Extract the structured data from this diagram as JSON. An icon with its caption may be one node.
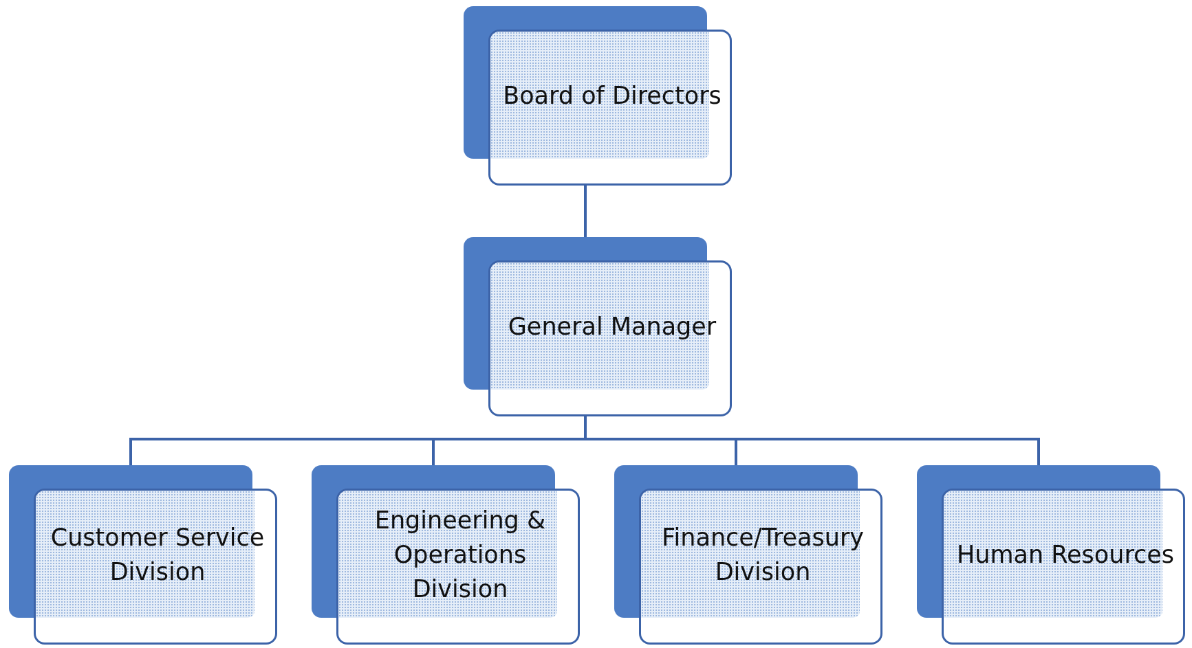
{
  "diagram": {
    "nodes": [
      {
        "text": [
          "Board of Directors"
        ]
      },
      {
        "text": [
          "General Manager"
        ]
      },
      {
        "text": [
          "Customer Service Division"
        ]
      },
      {
        "text": [
          "Engineering & Operations Division"
        ]
      },
      {
        "text": [
          "Finance/Treasury Division"
        ]
      },
      {
        "text": [
          "Human Resources"
        ]
      }
    ],
    "edges": [
      {
        "from": 0,
        "to": 1,
        "arrow": "none"
      },
      {
        "from": 1,
        "to": 2,
        "arrow": "none"
      },
      {
        "from": 1,
        "to": 3,
        "arrow": "none"
      },
      {
        "from": 1,
        "to": 4,
        "arrow": "none"
      },
      {
        "from": 1,
        "to": 5,
        "arrow": "none"
      }
    ]
  }
}
